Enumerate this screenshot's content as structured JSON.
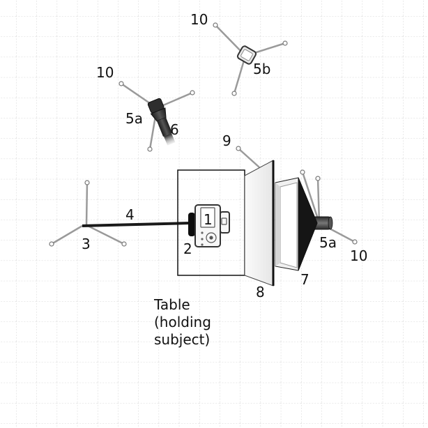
{
  "labels": {
    "camera_number": "1",
    "lens": "2",
    "left_stand": "3",
    "boom_arm": "4",
    "flash_head_left": "5a",
    "flash_head_top": "5b",
    "flash_head_right": "5a",
    "snoot": "6",
    "softbox": "7",
    "diffuser": "8",
    "diffuser_stand": "9",
    "stand_left": "10",
    "stand_top": "10",
    "stand_right": "10",
    "table_line1": "Table",
    "table_line2": "(holding",
    "table_line3": "subject)"
  },
  "colors": {
    "grid": "#c8c8c8",
    "outline": "#111111",
    "stand_leg": "#9a9a9a",
    "flash_body": "#3a3a3a",
    "softbox_dark": "#1a1a1a",
    "diffuser_fill": "#f3f3f3"
  },
  "icons": {
    "camera": "camera-icon",
    "flash": "flash-head-icon",
    "stand": "light-stand-icon"
  }
}
